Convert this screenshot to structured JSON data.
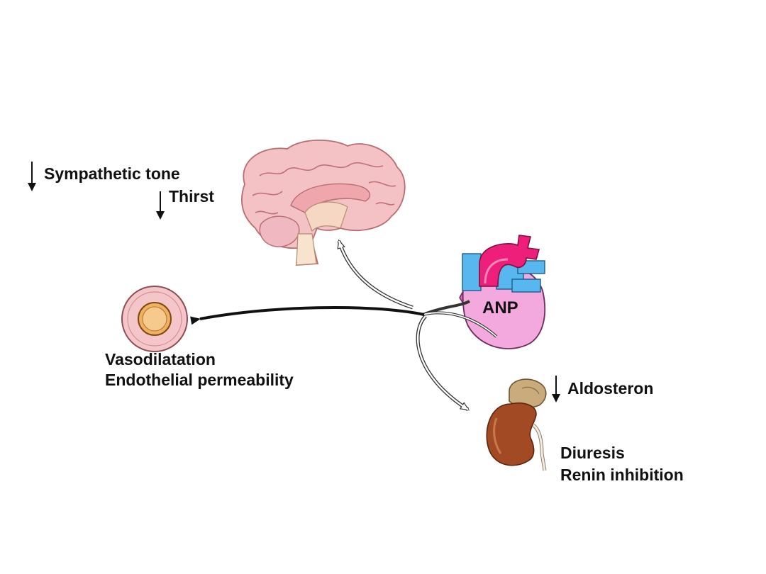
{
  "hormone": {
    "label": "ANP"
  },
  "brain": {
    "effects": [
      "Sympathetic tone",
      "Thirst"
    ],
    "direction": "decrease"
  },
  "vessel": {
    "effects": [
      "Vasodilatation",
      "Endothelial permeability"
    ]
  },
  "kidney": {
    "adrenal_effect": "Aldosteron",
    "adrenal_direction": "decrease",
    "effects": [
      "Diuresis",
      "Renin inhibition"
    ]
  },
  "colors": {
    "heart": "#f3a8de",
    "aorta": "#ee1f7b",
    "vena_cava": "#58b7ee",
    "brain": "#f4c2c5",
    "kidney": "#a14a24",
    "vessel_wall": "#f4c6c9",
    "vessel_lumen": "#f1b15f"
  }
}
